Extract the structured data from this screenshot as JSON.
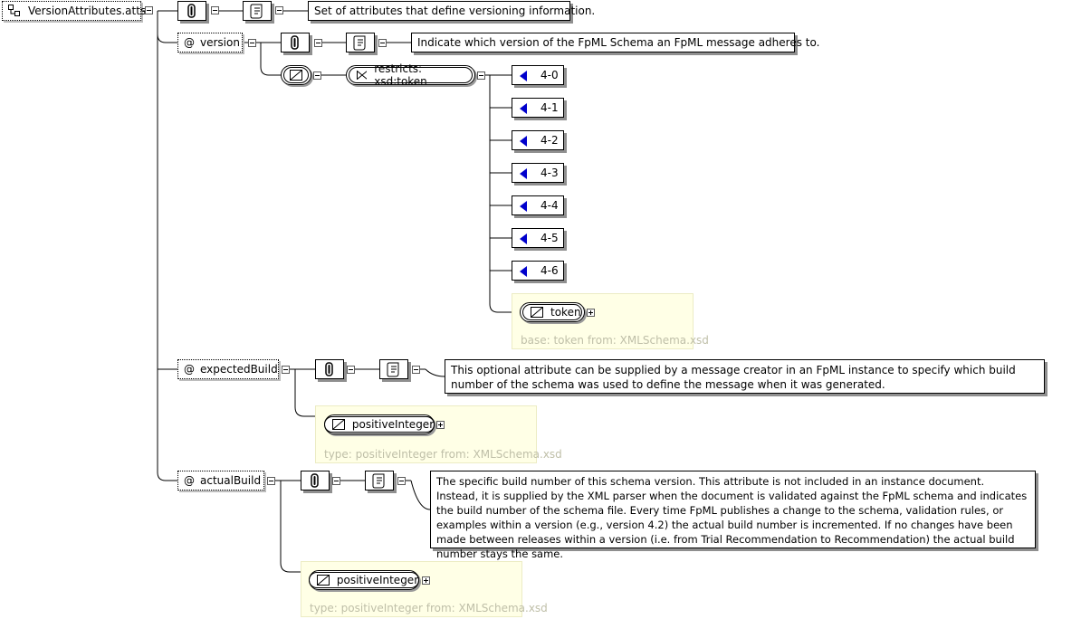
{
  "root": {
    "label": "VersionAttributes.atts",
    "doc": "Set of attributes that define versioning information."
  },
  "version": {
    "label": "version",
    "doc": "Indicate which version of the FpML Schema an FpML message adheres to.",
    "restriction": "restricts: xsd:token",
    "enumerations": [
      "4-0",
      "4-1",
      "4-2",
      "4-3",
      "4-4",
      "4-5",
      "4-6"
    ],
    "base_type": "token",
    "base_footer": "base: token from: XMLSchema.xsd"
  },
  "expectedBuild": {
    "label": "expectedBuild",
    "doc": "This optional attribute can be supplied by a message creator in an FpML instance to specify which build number of the schema was used to define the message when it was generated.",
    "type": "positiveInteger",
    "footer": "type: positiveInteger from: XMLSchema.xsd"
  },
  "actualBuild": {
    "label": "actualBuild",
    "doc": "The specific build number of this schema version. This attribute is not included in an instance document. Instead, it is supplied by the XML parser when the document is validated against the FpML schema and indicates the build number of the schema file. Every time FpML publishes a change to the schema, validation rules, or examples within a version (e.g., version 4.2) the actual build number is incremented. If no changes have been made between releases within a version (i.e. from Trial Recommendation to Recommendation) the actual build number stays the same.",
    "type": "positiveInteger",
    "footer": "type: positiveInteger from: XMLSchema.xsd"
  },
  "icons": {
    "attribute": "@",
    "annotation": "annotation-icon",
    "documentation": "documentation-scroll-icon",
    "simple_type": "simple-type-icon",
    "enumeration": "enumeration-triangle-icon",
    "restriction": "restriction-bowtie-icon"
  },
  "colors": {
    "panel": "#ffffe6",
    "enum_marker": "#0000cc",
    "footer_text": "#bfbfa8"
  }
}
